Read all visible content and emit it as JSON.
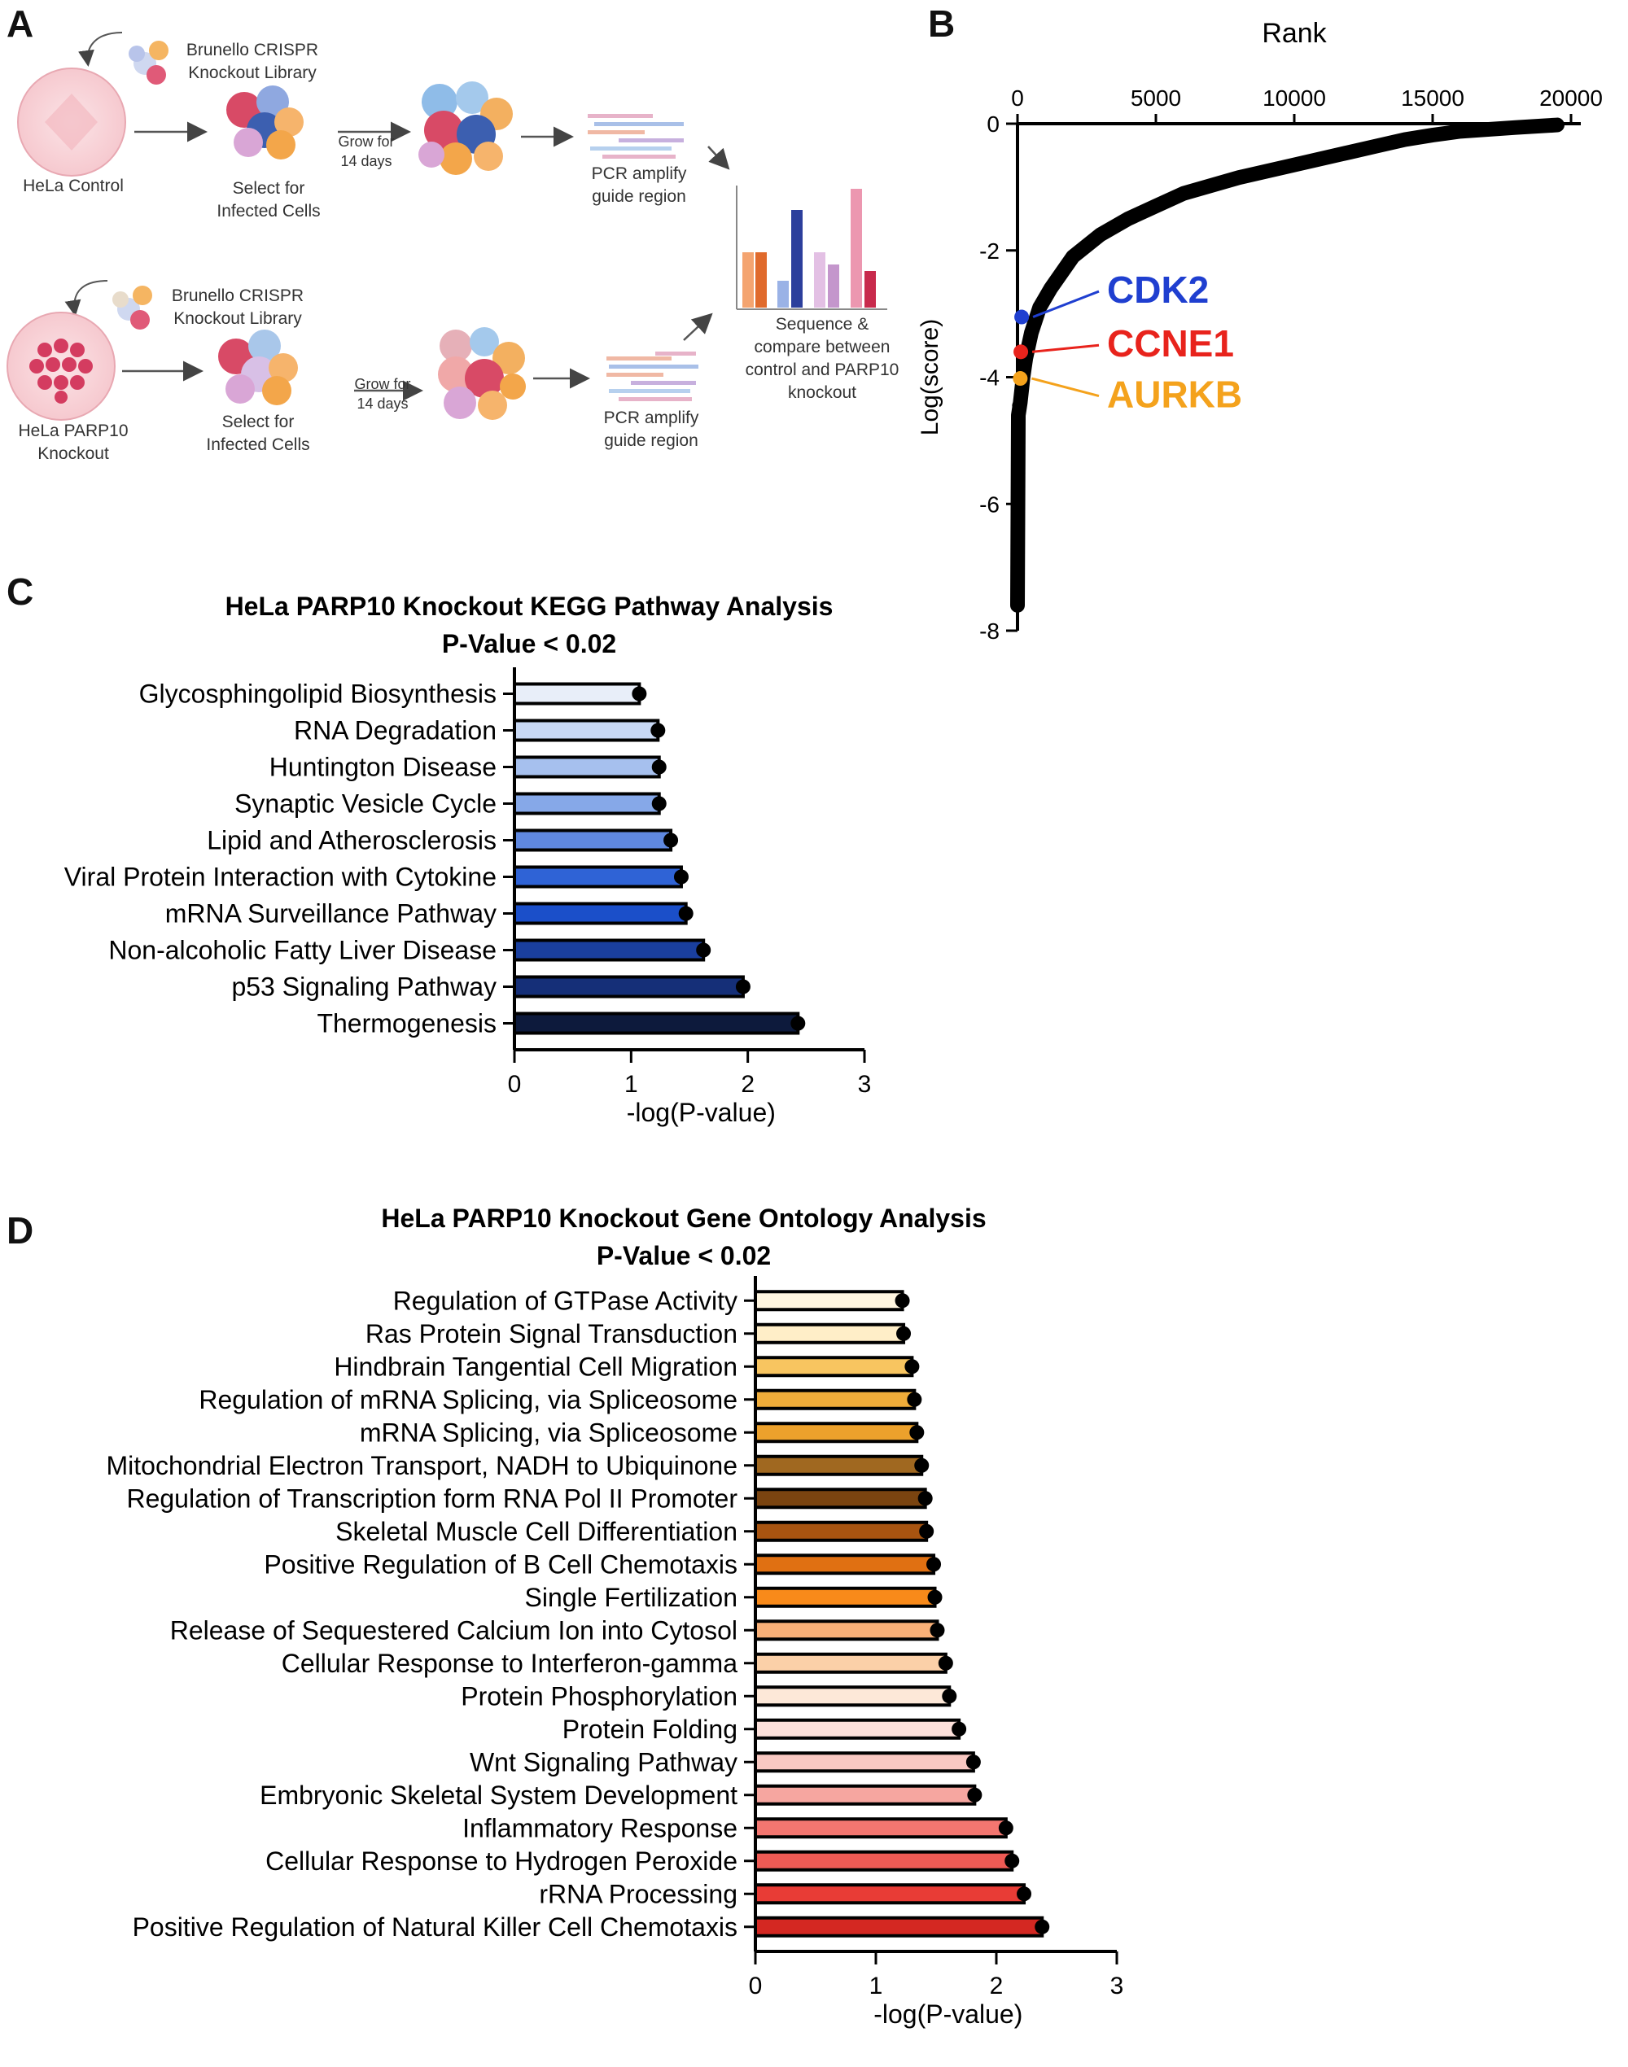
{
  "panels": {
    "a": "A",
    "b": "B",
    "c": "C",
    "d": "D"
  },
  "schematic": {
    "top": {
      "library_label": "Brunello CRISPR\nKnockout Library",
      "dish_label": "HeLa Control",
      "select_label": "Select for\nInfected Cells",
      "grow_label": "Grow for\n14 days",
      "pcr_label": "PCR amplify\nguide region"
    },
    "bottom": {
      "library_label": "Brunello CRISPR\nKnockout Library",
      "dish_label": "HeLa PARP10\nKnockout",
      "select_label": "Select for\nInfected Cells",
      "grow_label": "Grow for\n14 days",
      "pcr_label": "PCR amplify\nguide region"
    },
    "sequence_label": "Sequence &\ncompare between\ncontrol and PARP10\nknockout"
  },
  "chart_data": [
    {
      "id": "B",
      "type": "scatter",
      "title": "Rank",
      "ylabel": "Log(score)",
      "xlim": [
        0,
        20000
      ],
      "ylim": [
        -8,
        0
      ],
      "x_ticks": [
        0,
        5000,
        10000,
        15000,
        20000
      ],
      "y_ticks": [
        0,
        -2,
        -4,
        -6,
        -8
      ],
      "curve": [
        [
          0,
          -7.6
        ],
        [
          30,
          -4.6
        ],
        [
          100,
          -4.4
        ],
        [
          200,
          -4.0
        ],
        [
          300,
          -3.7
        ],
        [
          500,
          -3.3
        ],
        [
          800,
          -2.9
        ],
        [
          1200,
          -2.6
        ],
        [
          2000,
          -2.1
        ],
        [
          3000,
          -1.75
        ],
        [
          4000,
          -1.5
        ],
        [
          5000,
          -1.3
        ],
        [
          6000,
          -1.1
        ],
        [
          8000,
          -0.85
        ],
        [
          10000,
          -0.65
        ],
        [
          12000,
          -0.45
        ],
        [
          13000,
          -0.35
        ],
        [
          14000,
          -0.25
        ],
        [
          15000,
          -0.18
        ],
        [
          16000,
          -0.12
        ],
        [
          18000,
          -0.06
        ],
        [
          19500,
          -0.02
        ]
      ],
      "highlights": [
        {
          "name": "CDK2",
          "x": 150,
          "y": -3.05,
          "color": "#1f3fd0"
        },
        {
          "name": "CCNE1",
          "x": 120,
          "y": -3.6,
          "color": "#e8231c"
        },
        {
          "name": "AURKB",
          "x": 100,
          "y": -4.02,
          "color": "#f4a21c"
        }
      ]
    },
    {
      "id": "C",
      "type": "bar",
      "orientation": "horizontal",
      "title": [
        "HeLa PARP10 Knockout KEGG Pathway Analysis",
        "P-Value < 0.02"
      ],
      "xlabel": "-log(P-value)",
      "xlim": [
        0,
        3
      ],
      "x_ticks": [
        0,
        1,
        2,
        3
      ],
      "categories": [
        "Glycosphingolipid Biosynthesis",
        "RNA Degradation",
        "Huntington Disease",
        "Synaptic Vesicle Cycle",
        "Lipid and Atherosclerosis",
        "Viral Protein Interaction with Cytokine",
        "mRNA Surveillance Pathway",
        "Non-alcoholic Fatty Liver Disease",
        "p53 Signaling Pathway",
        "Thermogenesis"
      ],
      "values": [
        1.07,
        1.23,
        1.24,
        1.24,
        1.34,
        1.43,
        1.47,
        1.62,
        1.96,
        2.43
      ],
      "colors": [
        "#e8eef9",
        "#c8d8f4",
        "#a6c0ee",
        "#86a8e8",
        "#5f88e0",
        "#2f63d6",
        "#1b4fc9",
        "#1a3f9e",
        "#152f78",
        "#0d1a3c"
      ]
    },
    {
      "id": "D",
      "type": "bar",
      "orientation": "horizontal",
      "title": [
        "HeLa PARP10 Knockout Gene Ontology Analysis",
        "P-Value < 0.02"
      ],
      "xlabel": "-log(P-value)",
      "xlim": [
        0,
        3
      ],
      "x_ticks": [
        0,
        1,
        2,
        3
      ],
      "categories": [
        "Regulation of GTPase Activity",
        "Ras Protein Signal Transduction",
        "Hindbrain Tangential Cell Migration",
        "Regulation of mRNA Splicing, via Spliceosome",
        "mRNA Splicing, via Spliceosome",
        "Mitochondrial Electron Transport, NADH to Ubiquinone",
        "Regulation of Transcription form RNA Pol II Promoter",
        "Skeletal Muscle Cell Differentiation",
        "Positive Regulation of B Cell Chemotaxis",
        "Single Fertilization",
        "Release of Sequestered Calcium Ion into Cytosol",
        "Cellular Response to Interferon-gamma",
        "Protein Phosphorylation",
        "Protein Folding",
        "Wnt Signaling Pathway",
        "Embryonic Skeletal System Development",
        "Inflammatory Response",
        "Cellular Response to Hydrogen Peroxide",
        "rRNA Processing",
        "Positive Regulation of Natural Killer Cell Chemotaxis"
      ],
      "values": [
        1.22,
        1.23,
        1.3,
        1.32,
        1.34,
        1.38,
        1.41,
        1.42,
        1.48,
        1.49,
        1.51,
        1.58,
        1.61,
        1.69,
        1.81,
        1.82,
        2.08,
        2.13,
        2.23,
        2.38
      ],
      "colors": [
        "#fff6e0",
        "#ffeec8",
        "#f8c560",
        "#f0ad3a",
        "#eca12c",
        "#a06820",
        "#7a4410",
        "#a85410",
        "#e07012",
        "#f88a1a",
        "#f8b078",
        "#fbd0a8",
        "#fde8d8",
        "#fce0da",
        "#f9c8c2",
        "#f6a6a0",
        "#f37670",
        "#ee5a54",
        "#e83c36",
        "#d42822"
      ]
    }
  ]
}
